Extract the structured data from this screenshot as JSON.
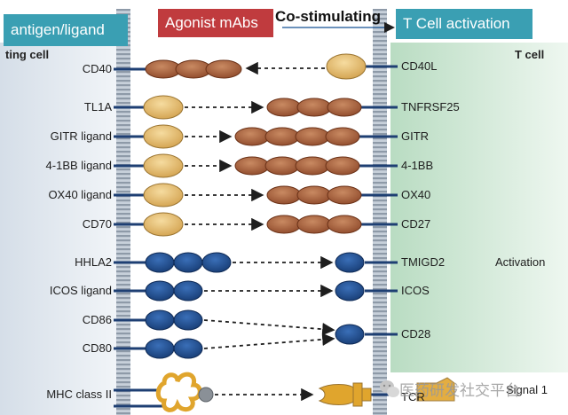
{
  "header": {
    "antigen_ligand": "antigen/ligand",
    "agonist_mabs": "Agonist mAbs",
    "co_stimulating": "Co-stimulating",
    "t_cell_activation": "T Cell activation",
    "presenting_cell_label": "ting cell",
    "t_cell_label": "T cell"
  },
  "ligands": [
    "CD40",
    "TL1A",
    "GITR ligand",
    "4-1BB ligand",
    "OX40 ligand",
    "CD70",
    "HHLA2",
    "ICOS ligand",
    "CD86",
    "CD80",
    "MHC class II"
  ],
  "receptors": [
    "CD40L",
    "TNFRSF25",
    "GITR",
    "4-1BB",
    "OX40",
    "CD27",
    "TMIGD2",
    "ICOS",
    "CD28",
    "TCR"
  ],
  "side_labels": {
    "activation": "Activation",
    "signal": "Signal 1"
  },
  "watermark": "医药研发社交平台",
  "colors": {
    "header_box_teal": "#3a9fb3",
    "header_box_red": "#c03b3e",
    "membrane": "#a9b5c2",
    "tnf_brown": "#a25a38",
    "tnf_tan": "#e1b86a",
    "ig_blue": "#1f4e8f",
    "connector": "#1e3f73",
    "t_cell_bg": "#cfe6d4",
    "apc_bg": "#e6ecf2"
  },
  "icons": [
    "wechat-icon"
  ]
}
